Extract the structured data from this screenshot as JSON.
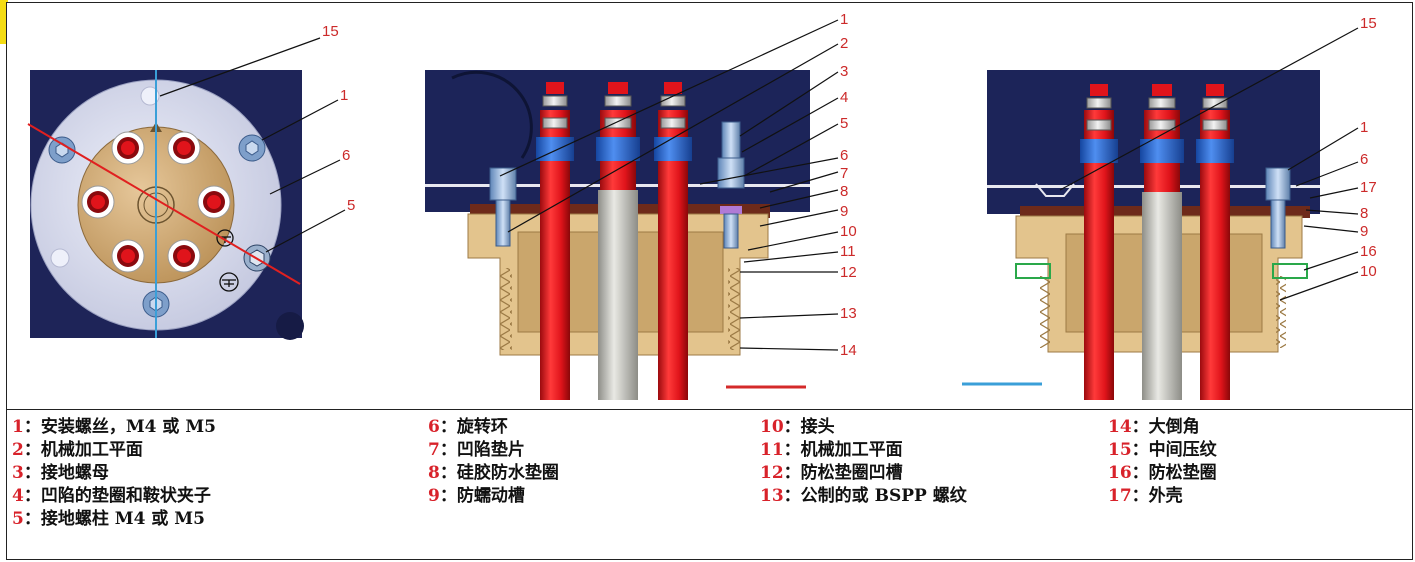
{
  "callouts": {
    "left": [
      "15",
      "1",
      "6",
      "5"
    ],
    "middle": [
      "1",
      "2",
      "3",
      "4",
      "5",
      "6",
      "7",
      "8",
      "9",
      "10",
      "11",
      "12",
      "13",
      "14"
    ],
    "right": [
      "15",
      "1",
      "6",
      "17",
      "8",
      "9",
      "16",
      "10"
    ]
  },
  "legend": [
    {
      "num": "1",
      "sep": "：",
      "text": "安装螺丝，M4 或 M5"
    },
    {
      "num": "2",
      "sep": "：",
      "text": "机械加工平面"
    },
    {
      "num": "3",
      "sep": "：",
      "text": "接地螺母"
    },
    {
      "num": "4",
      "sep": "：",
      "text": "凹陷的垫圈和鞍状夹子"
    },
    {
      "num": "5",
      "sep": "：",
      "text": "接地螺柱 M4 或 M5"
    },
    {
      "num": "6",
      "sep": "：",
      "text": "旋转环"
    },
    {
      "num": "7",
      "sep": "：",
      "text": "凹陷垫片"
    },
    {
      "num": "8",
      "sep": "：",
      "text": "硅胶防水垫圈"
    },
    {
      "num": "9",
      "sep": "：",
      "text": "防蠕动槽"
    },
    {
      "num": "10",
      "sep": "：",
      "text": "接头"
    },
    {
      "num": "11",
      "sep": "：",
      "text": "机械加工平面"
    },
    {
      "num": "12",
      "sep": "：",
      "text": "防松垫圈凹槽"
    },
    {
      "num": "13",
      "sep": "：",
      "text": "公制的或 BSPP 螺纹"
    },
    {
      "num": "14",
      "sep": "：",
      "text": "大倒角"
    },
    {
      "num": "15",
      "sep": "：",
      "text": "中间压纹"
    },
    {
      "num": "16",
      "sep": "：",
      "text": "防松垫圈"
    },
    {
      "num": "17",
      "sep": "：",
      "text": "外壳"
    }
  ],
  "colors": {
    "enclosure": "#1c2459",
    "plate": "#d9dcef",
    "brass": "#e3c48d",
    "cable_red": "#e0141b",
    "cable_blue": "#2d6fd0",
    "cable_grey": "#c7c7c2",
    "callout_text": "#cc2a2a",
    "legend_number": "#d8222a",
    "axis_blue": "#3a9fd8",
    "axis_red": "#e02020",
    "lockwasher_green": "#2aa84a"
  }
}
